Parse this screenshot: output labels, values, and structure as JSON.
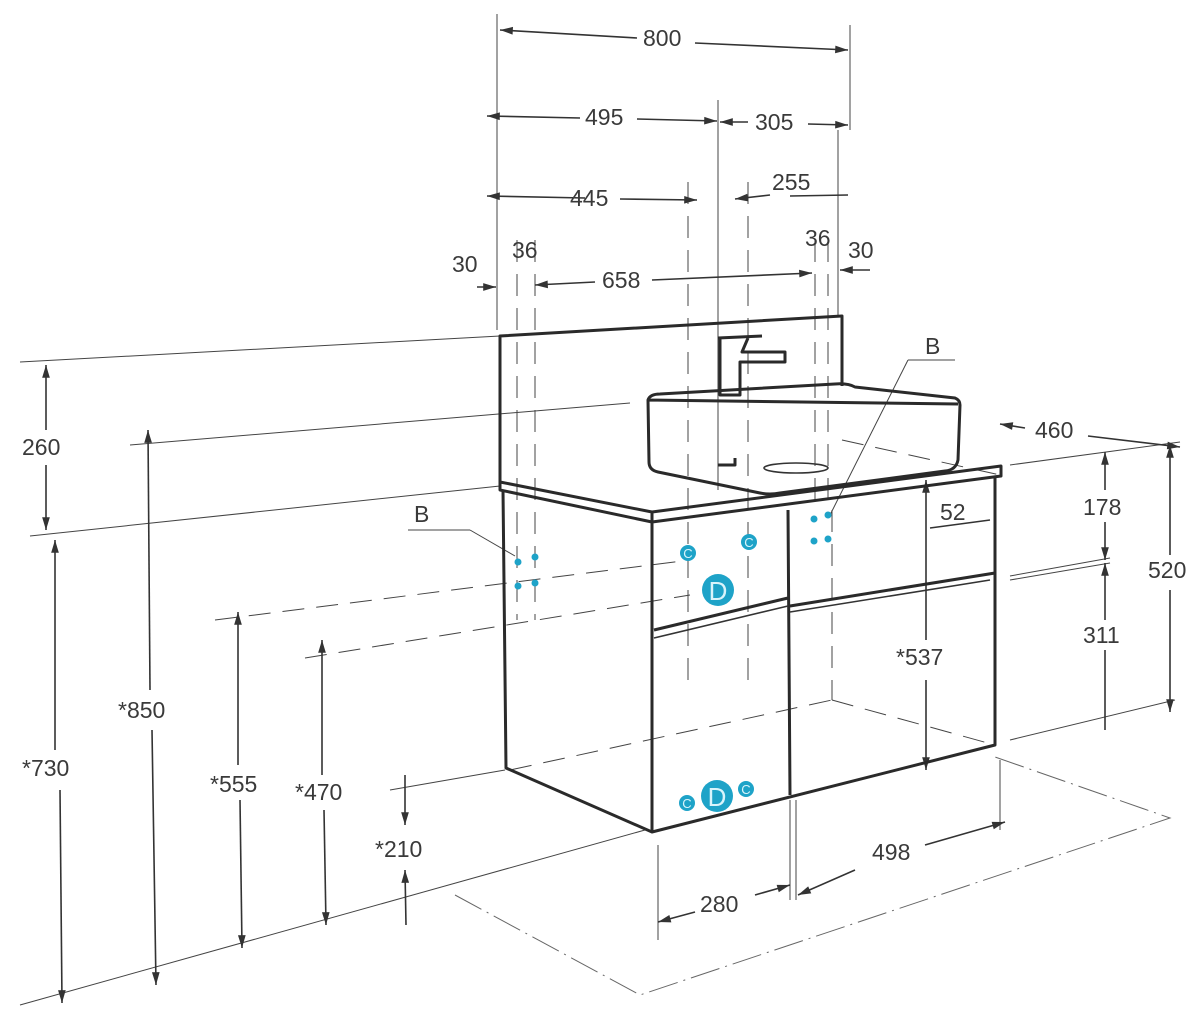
{
  "title": "Vanity unit dimension drawing",
  "colors": {
    "line": "#2a2a2a",
    "marker": "#1ea3c8"
  },
  "top_dimensions": {
    "overall_width": "800",
    "left_to_faucet": "495",
    "faucet_to_right": "305",
    "left_to_drain_axis": "445",
    "drain_axis_to_right": "255",
    "left_panel": "30",
    "left_inner": "36",
    "inner_width": "658",
    "right_inner": "36",
    "right_panel": "30"
  },
  "left_dimensions": {
    "backsplash_height": "260",
    "countertop_from_floor": "*730",
    "backsplash_top_from_floor": "*850",
    "upper_mount_from_floor": "*555",
    "lower_mount_from_floor": "*470",
    "cabinet_bottom_from_floor": "*210"
  },
  "right_dimensions": {
    "depth": "460",
    "upper_drawer": "178",
    "lower_drawer": "311",
    "cabinet_height": "520",
    "top_offset": "52",
    "inner_height": "*537"
  },
  "bottom_dimensions": {
    "right_section": "498",
    "left_section": "280"
  },
  "markers": {
    "b_label_left": "B",
    "b_label_right": "B",
    "c": "C",
    "d": "D"
  }
}
